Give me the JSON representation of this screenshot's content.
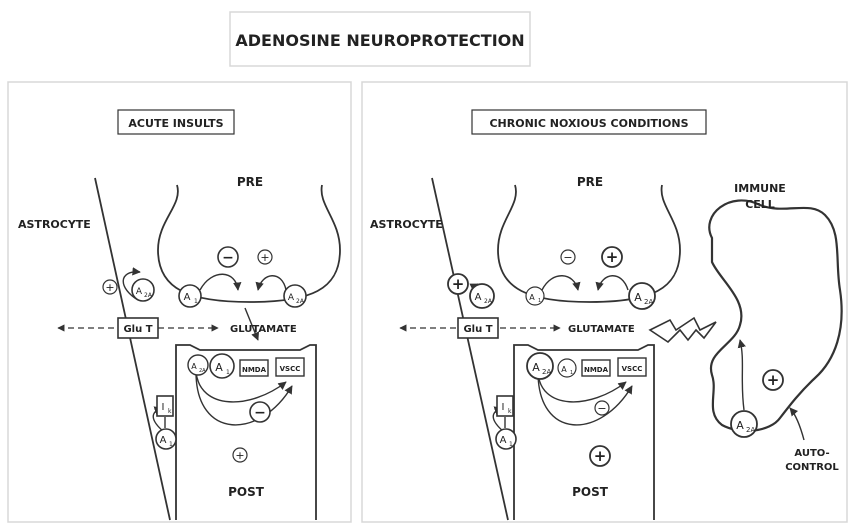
{
  "title": "ADENOSINE NEUROPROTECTION",
  "left_panel": {
    "heading": "ACUTE INSULTS",
    "pre": "PRE",
    "post": "POST",
    "astrocyte": "ASTROCYTE",
    "glu_t": "Glu T",
    "glutamate": "GLUTAMATE",
    "nmda": "NMDA",
    "vscc": "VSCC",
    "ik": "I",
    "ik_sub": "k",
    "a1": "A",
    "a1_sub": "1",
    "a2a": "A",
    "a2a_sub": "2A",
    "minus": "−",
    "plus": "+"
  },
  "right_panel": {
    "heading": "CHRONIC NOXIOUS CONDITIONS",
    "pre": "PRE",
    "post": "POST",
    "astrocyte": "ASTROCYTE",
    "immune_cell_line1": "IMMUNE",
    "immune_cell_line2": "CELL",
    "glu_t": "Glu T",
    "glutamate": "GLUTAMATE",
    "nmda": "NMDA",
    "vscc": "VSCC",
    "ik": "I",
    "ik_sub": "k",
    "a1": "A",
    "a1_sub": "1",
    "a2a": "A",
    "a2a_sub": "2A",
    "auto_control_line1": "AUTO-",
    "auto_control_line2": "CONTROL",
    "minus": "−",
    "plus": "+"
  },
  "colors": {
    "line": "#333333",
    "panel_border": "#d8d8d8",
    "text": "#222222"
  }
}
